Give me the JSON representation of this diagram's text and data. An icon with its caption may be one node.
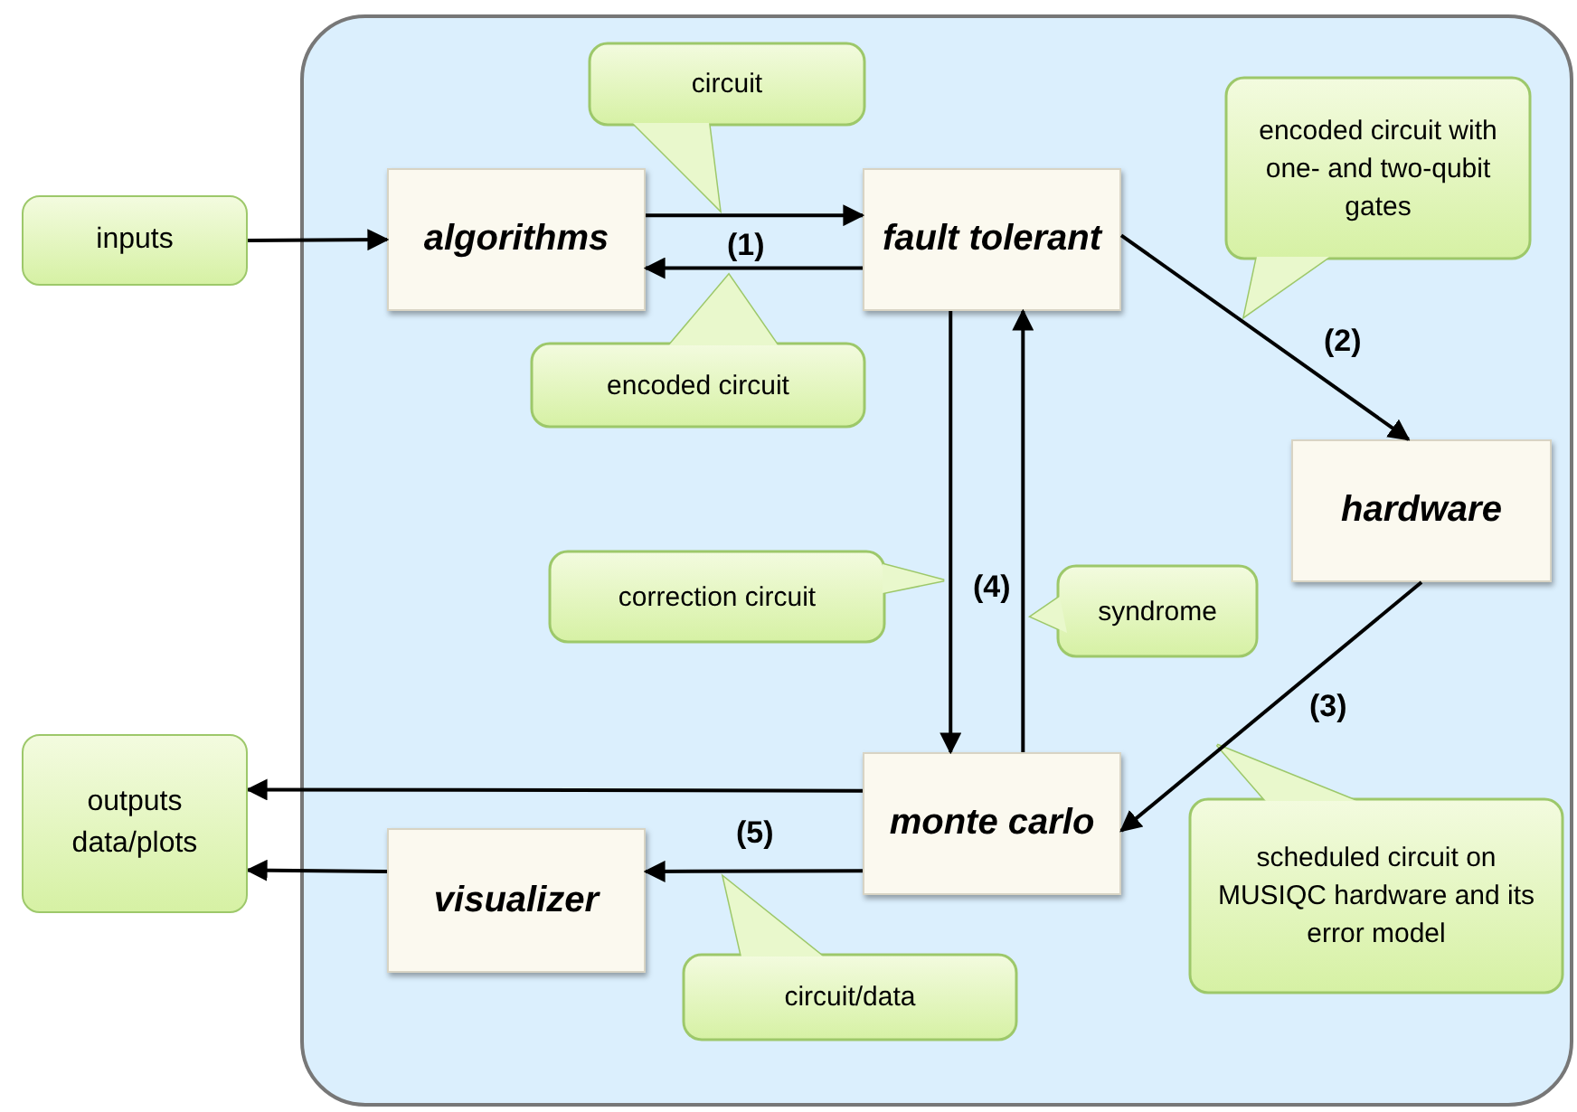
{
  "diagram": {
    "nodes": [
      {
        "text": [],
        "shape": "box"
      },
      {
        "text": [
          "inputs"
        ]
      },
      {
        "text": [
          "algorithms"
        ],
        "in": 0
      },
      {
        "text": [
          "fault tolerant"
        ],
        "in": 0
      },
      {
        "text": [
          "hardware"
        ],
        "in": 0
      },
      {
        "text": [
          "monte carlo"
        ],
        "in": 0
      },
      {
        "text": [
          "visualizer"
        ],
        "in": 0
      },
      {
        "text": [
          "outputs data/plots"
        ]
      },
      {
        "text": [
          "circuit"
        ],
        "in": 0
      },
      {
        "text": [
          "encoded circuit"
        ],
        "in": 0
      },
      {
        "text": [
          "encoded circuit with one- and two-qubit gates"
        ],
        "in": 0
      },
      {
        "text": [
          "correction circuit"
        ],
        "in": 0
      },
      {
        "text": [
          "syndrome"
        ],
        "in": 0
      },
      {
        "text": [
          "scheduled circuit on MUSIQC hardware and its error model"
        ],
        "in": 0
      },
      {
        "text": [
          "circuit/data"
        ],
        "in": 0
      }
    ],
    "edges": [
      {
        "from": 1,
        "to": 2,
        "arrow": "to"
      },
      {
        "from": 2,
        "to": 3,
        "arrow": "to"
      },
      {
        "from": 3,
        "to": 2,
        "arrow": "to",
        "label": "(1)"
      },
      {
        "from": 3,
        "to": 4,
        "arrow": "to",
        "label": "(2)"
      },
      {
        "from": 4,
        "to": 5,
        "arrow": "to",
        "label": "(3)"
      },
      {
        "from": 3,
        "to": 5,
        "arrow": "to",
        "label": "(4)"
      },
      {
        "from": 5,
        "to": 3,
        "arrow": "to"
      },
      {
        "from": 5,
        "to": 7,
        "arrow": "to"
      },
      {
        "from": 5,
        "to": 6,
        "arrow": "to",
        "label": "(5)"
      },
      {
        "from": 6,
        "to": 7,
        "arrow": "to"
      }
    ]
  }
}
